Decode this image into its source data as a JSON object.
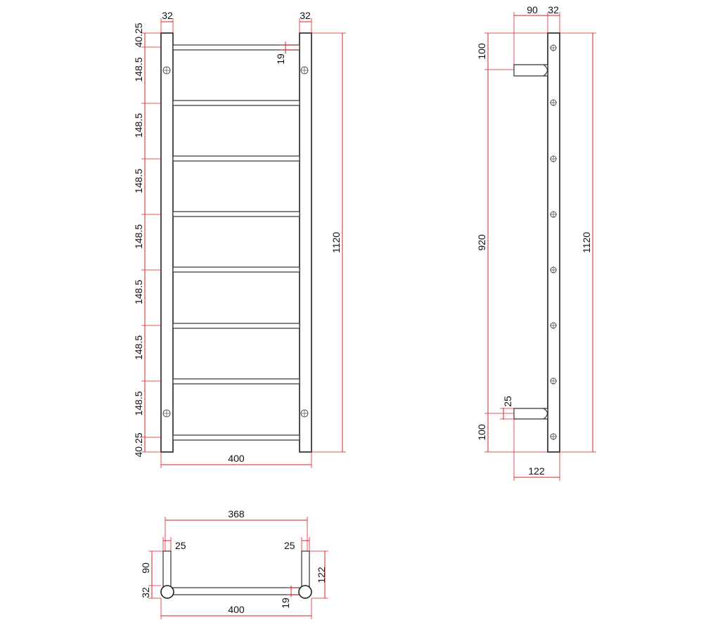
{
  "colors": {
    "dimension": "#d9202a",
    "outline": "#222222"
  },
  "front": {
    "top_width_left": "32",
    "top_width_right": "32",
    "height_total": "1120",
    "width_total": "400",
    "rail_gap": "19",
    "left_dims": [
      "40.25",
      "148.5",
      "148.5",
      "148.5",
      "148.5",
      "148.5",
      "148.5",
      "148.5",
      "40.25"
    ],
    "rail_count": 8
  },
  "side": {
    "top_depth": "90",
    "top_bar": "32",
    "upper_offset": "100",
    "middle": "920",
    "lower_offset": "100",
    "height_total": "1120",
    "small_gap": "25",
    "depth_total": "122",
    "hole_count": 8
  },
  "top": {
    "inner_width": "368",
    "left_tube": "25",
    "right_tube": "25",
    "stand_off": "90",
    "bar_dia": "32",
    "rail_dia": "19",
    "depth": "122",
    "width_total": "400"
  }
}
